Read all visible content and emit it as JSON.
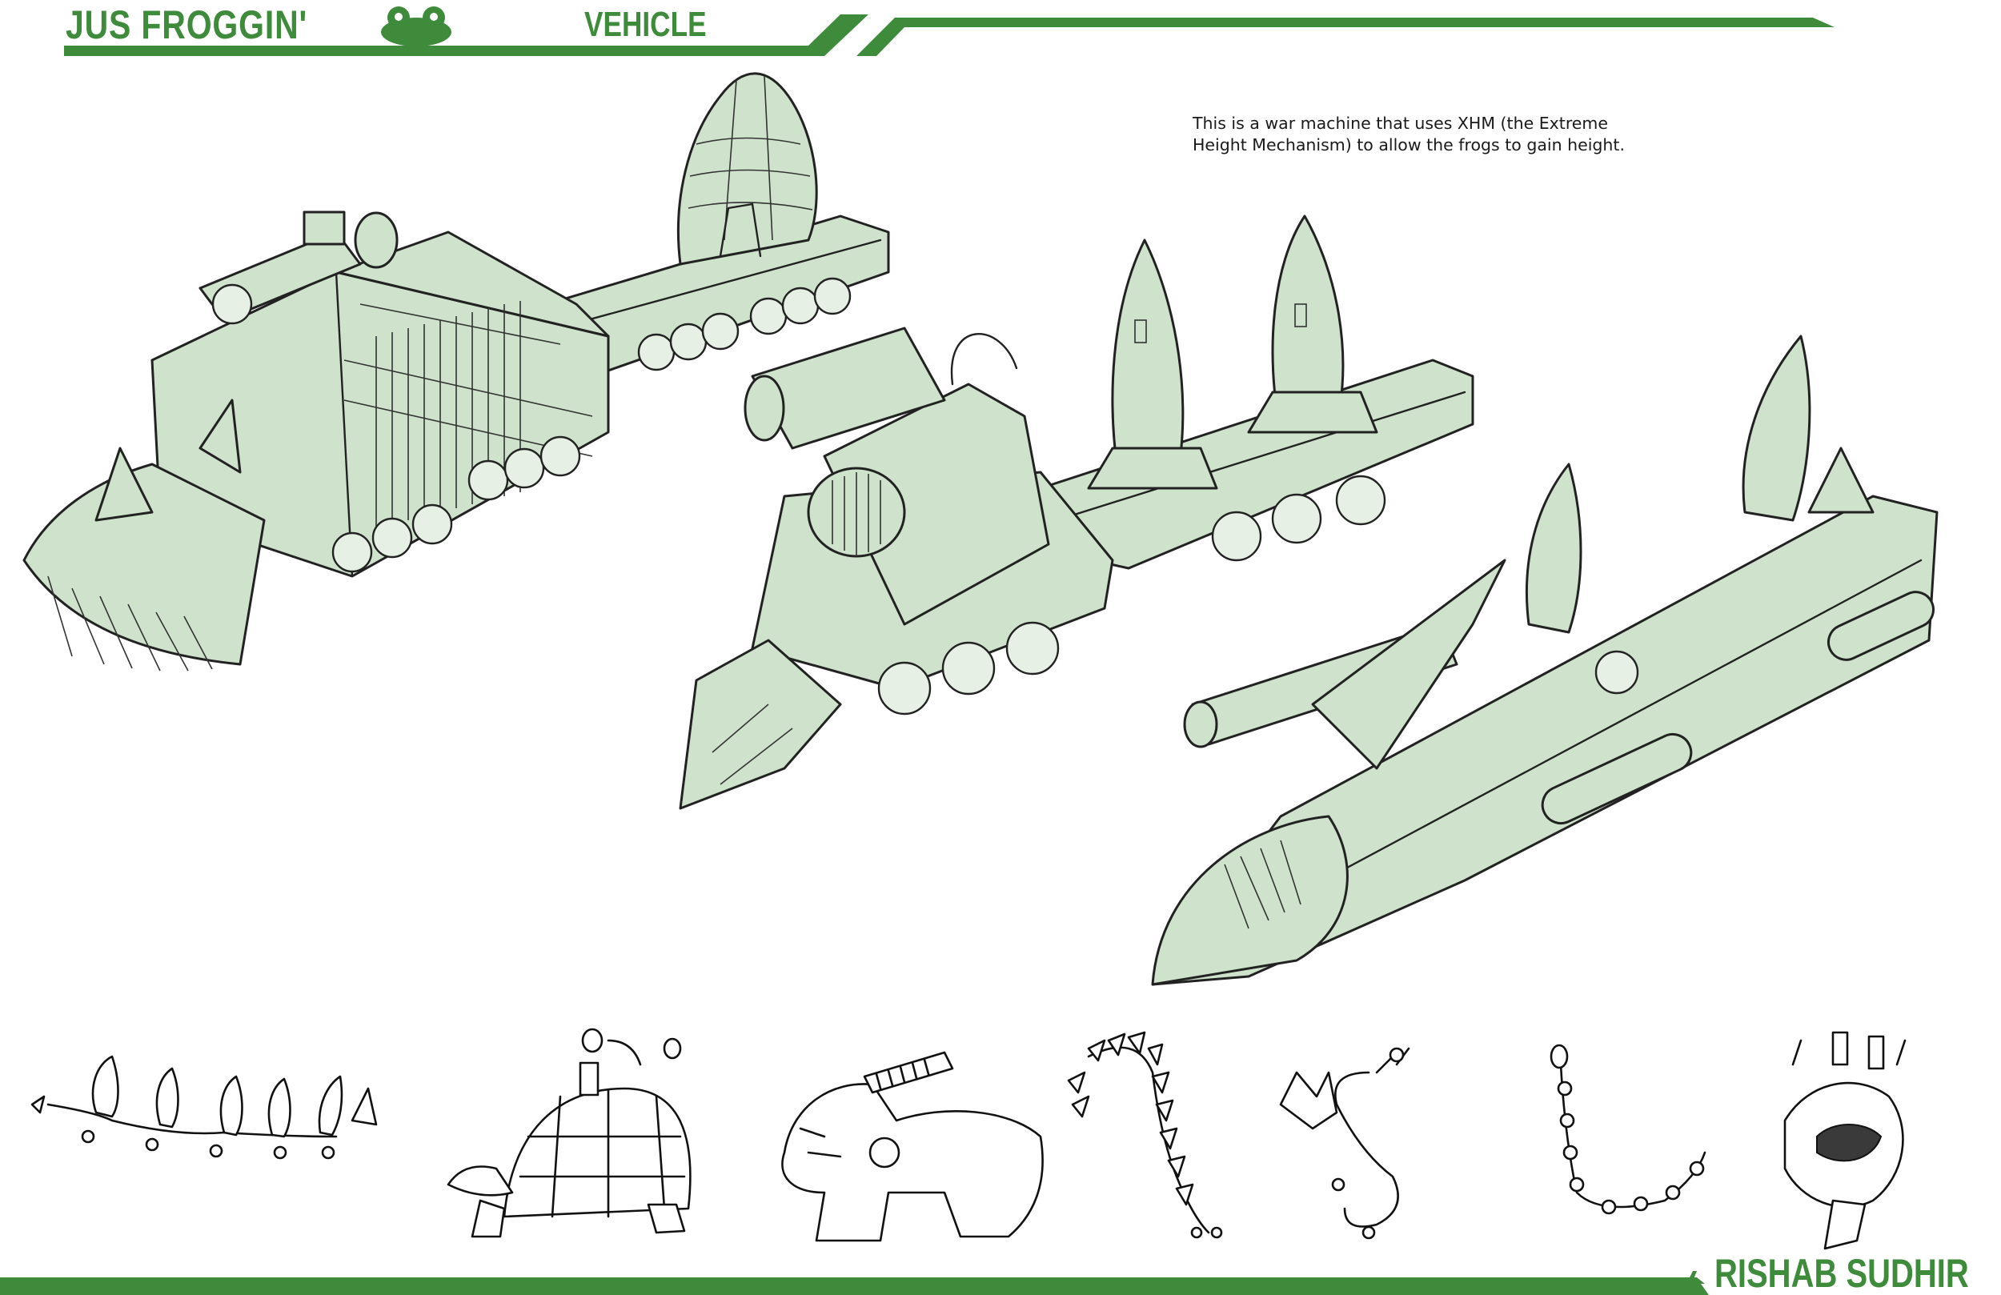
{
  "header": {
    "brand": "JUS FROGGIN'",
    "section": "VEHICLE",
    "icon": "frog-head-icon"
  },
  "description": {
    "lines": [
      "This is a war machine that uses XHM (the Extreme",
      "Height Mechanism) to allow the frogs to gain height."
    ]
  },
  "footer": {
    "author": "RISHAB SUDHIR"
  },
  "colors": {
    "accent": "#3f8b3c",
    "sketch_fill": "#cfe3cc",
    "line": "#222222",
    "background": "#ffffff"
  }
}
